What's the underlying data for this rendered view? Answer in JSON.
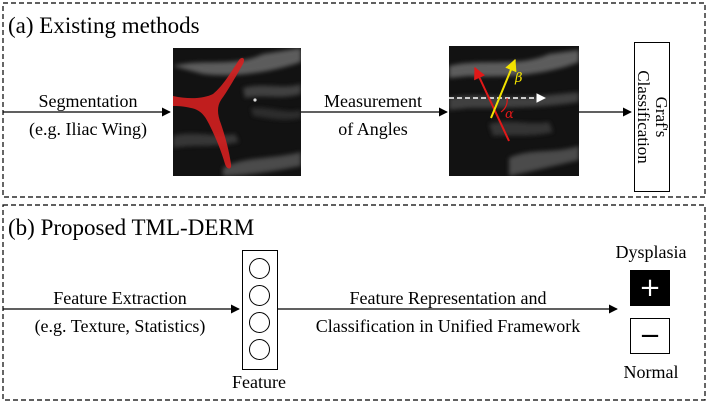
{
  "panel_a": {
    "title": "(a) Existing methods",
    "segmentation_line1": "Segmentation",
    "segmentation_line2": "(e.g. Iliac Wing)",
    "measurement_line1": "Measurement",
    "measurement_line2": "of Angles",
    "angle_beta": "β",
    "angle_alpha": "α",
    "graf_line1": "Graf's",
    "graf_line2": "Classification"
  },
  "panel_b": {
    "title": "(b) Proposed TML-DERM",
    "feature_extraction_line1": "Feature Extraction",
    "feature_extraction_line2": "(e.g. Texture, Statistics)",
    "representation_line1": "Feature Representation and",
    "representation_line2": "Classification in Unified Framework",
    "feature_label": "Feature",
    "dysplasia_label": "Dysplasia",
    "normal_label": "Normal",
    "positive_sign": "+",
    "negative_sign": "−"
  },
  "colors": {
    "segmentation_overlay": "#d42020",
    "angle_red": "#e01818",
    "angle_yellow": "#f2e200",
    "ultrasound_bg": "#121212"
  }
}
